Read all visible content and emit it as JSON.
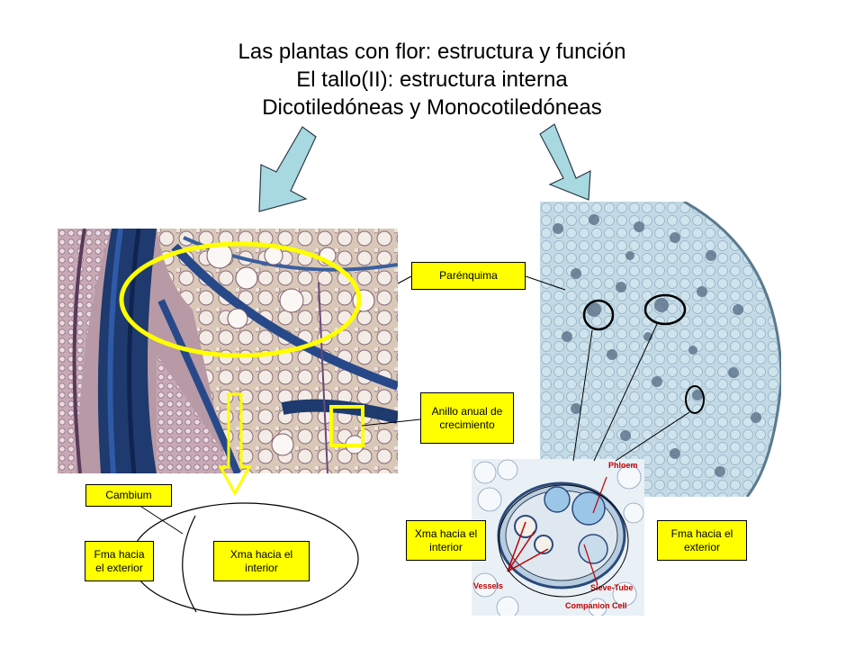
{
  "title": {
    "line1": "Las plantas con flor: estructura y función",
    "line2": "El tallo(II): estructura interna",
    "line3": "Dicotiledóneas y Monocotiledóneas"
  },
  "labels": {
    "parenquima": "Parénquima",
    "anillo": "Anillo anual de crecimiento",
    "cambium": "Cambium",
    "fma_left": "Fma hacia el exterior",
    "xma_left": "Xma hacia el interior",
    "xma_right": "Xma hacia el interior",
    "fma_right": "Fma hacia el exterior"
  },
  "inset": {
    "phloem": "Phloem",
    "vessels": "Vessels",
    "sieve_tube": "Sieve-Tube",
    "companion_cell": "Companion Cell"
  },
  "colors": {
    "label_bg": "#ffff00",
    "arrow_fill": "#a8d8e0",
    "highlight": "#ffff00"
  }
}
